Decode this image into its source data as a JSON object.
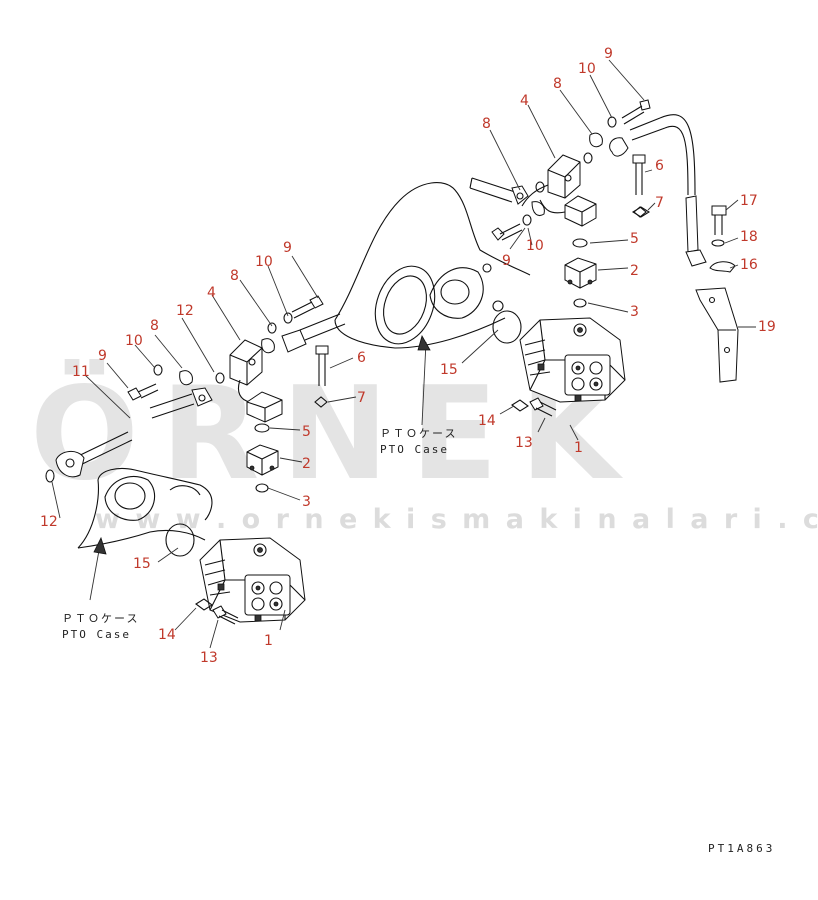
{
  "watermark": {
    "brand": "ÖRNEK",
    "url": "w w w . o r n e k i s m a k i n a l a r i . c o m . t r"
  },
  "drawing_code": "PT1A863",
  "case_label": {
    "jp": "ＰＴＯケース",
    "en": "PTO Case"
  },
  "callouts": {
    "c1": "1",
    "c2": "2",
    "c3": "3",
    "c4": "4",
    "c5": "5",
    "c6": "6",
    "c7": "7",
    "c8": "8",
    "c9": "9",
    "c10": "10",
    "c11": "11",
    "c12": "12",
    "c13": "13",
    "c14": "14",
    "c15": "15",
    "c16": "16",
    "c17": "17",
    "c18": "18",
    "c19": "19"
  },
  "colors": {
    "callout": "#c0392b",
    "line": "#111111",
    "watermark": "#cfcfcf"
  }
}
